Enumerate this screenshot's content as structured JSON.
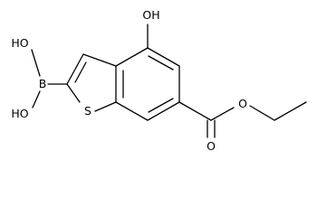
{
  "structure": {
    "atoms": {
      "boron": "B",
      "sulfur": "S",
      "hydroxyl_b_upper": "HO",
      "hydroxyl_b_lower": "HO",
      "hydroxyl_ring": "OH",
      "carbonyl_oxygen": "O",
      "ester_oxygen": "O"
    }
  },
  "colors": {
    "bond": "#000000",
    "label": "#000000",
    "background": "#ffffff"
  }
}
